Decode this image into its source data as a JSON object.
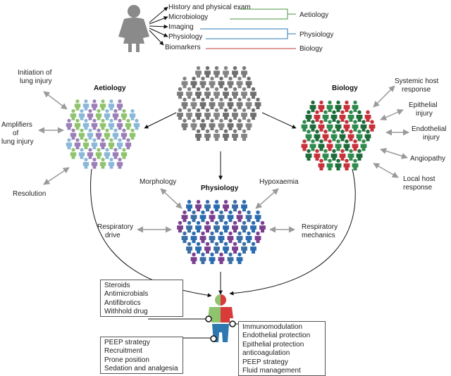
{
  "legend": {
    "items": [
      "History and physical exam",
      "Microbiology",
      "Imaging",
      "Physiology",
      "Biomarkers"
    ],
    "categories": [
      {
        "label": "Aetiology",
        "color": "#4a9a3c"
      },
      {
        "label": "Physiology",
        "color": "#2e78b0"
      },
      {
        "label": "Biology",
        "color": "#c03a3a"
      }
    ]
  },
  "clusters": {
    "aetiology": {
      "title": "Aetiology",
      "colors": [
        "#8fc36d",
        "#8ab8d8",
        "#9b7fb8"
      ]
    },
    "physiology": {
      "title": "Physiology",
      "colors": [
        "#7b3f8f",
        "#3a6ea5",
        "#2b6cb0"
      ]
    },
    "biology": {
      "title": "Biology",
      "colors": [
        "#1e6b3a",
        "#c8303a",
        "#2f8a4e"
      ]
    },
    "population": {
      "colors": [
        "#6f6f6f",
        "#7a7a7a",
        "#858585"
      ]
    }
  },
  "aetiology_labels": {
    "initiation": [
      "Initiation of",
      "lung injury"
    ],
    "amplifiers": [
      "Amplifiers",
      "of",
      "lung injury"
    ],
    "resolution": "Resolution"
  },
  "physiology_labels": {
    "morphology": "Morphology",
    "hypoxaemia": "Hypoxaemia",
    "drive": [
      "Respiratory",
      "drive"
    ],
    "mechanics": [
      "Respiratory",
      "mechanics"
    ]
  },
  "biology_labels": {
    "systemic": [
      "Systemic host",
      "response"
    ],
    "epithelial": [
      "Epithelial",
      "injury"
    ],
    "endothelial": [
      "Endothelial",
      "injury"
    ],
    "angiopathy": "Angiopathy",
    "local": [
      "Local host",
      "response"
    ]
  },
  "treatment_boxes": {
    "aetiology": [
      "Steroids",
      "Antimicrobials",
      "Antifibrotics",
      "Withhold drug"
    ],
    "physiology": [
      "PEEP strategy",
      "Recruitment",
      "Prone position",
      "Sedation and analgesia"
    ],
    "biology": [
      "Immunomodulation",
      "Endothelial protection",
      "Epithelial protection",
      "anticoagulation",
      "PEEP strategy",
      "Fluid management"
    ]
  }
}
